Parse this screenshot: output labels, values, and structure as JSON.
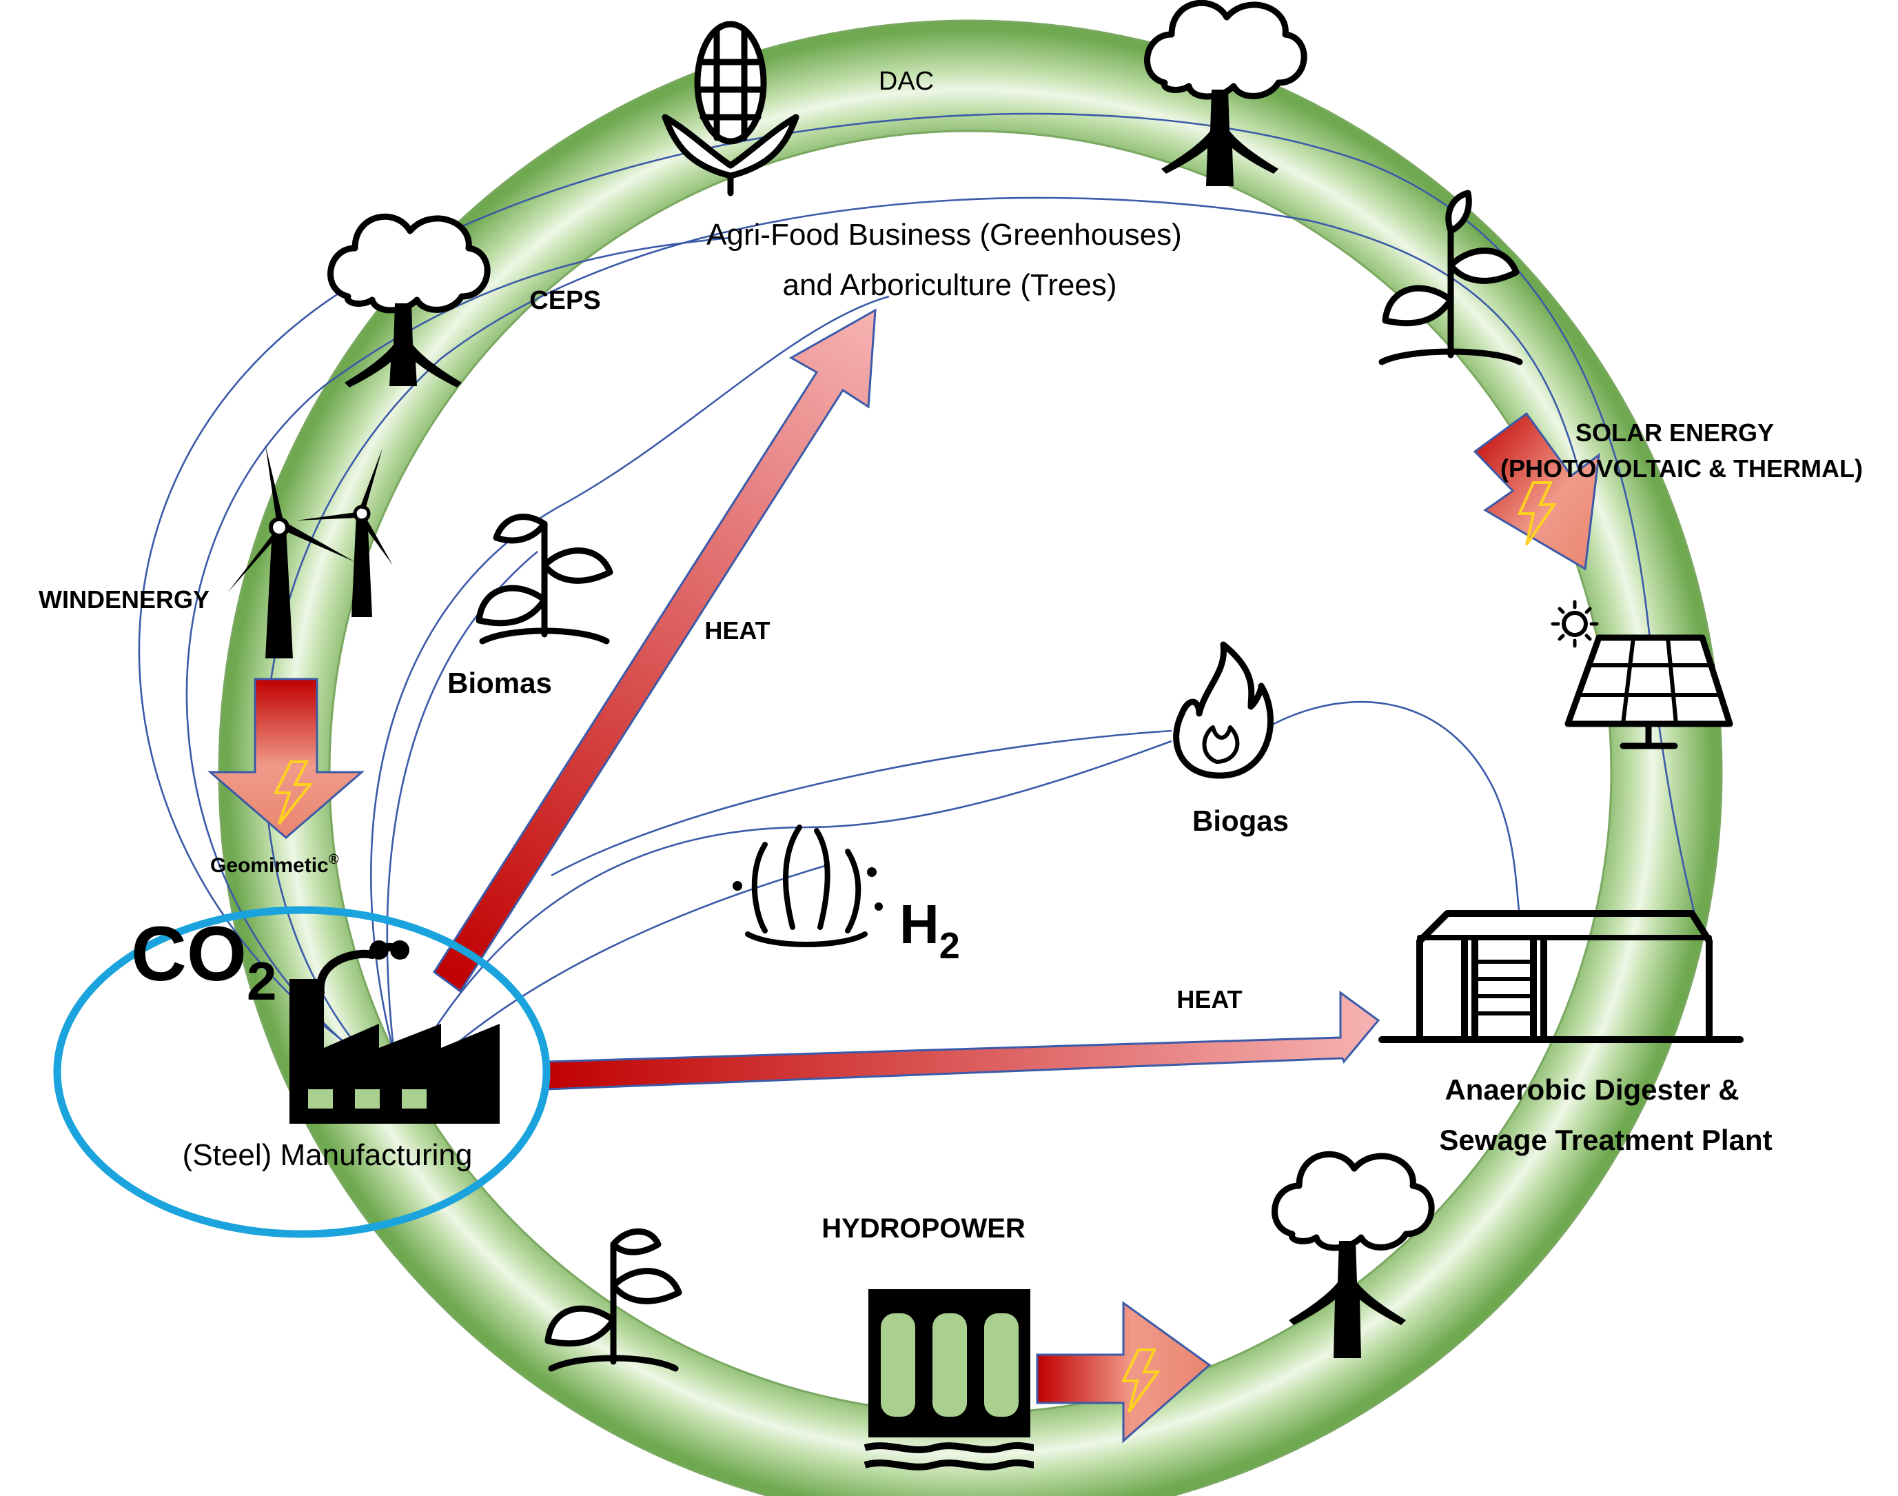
{
  "diagram": {
    "labels": {
      "dac": "DAC",
      "ceps": "CEPS",
      "agri_line1": "Agri-Food Business (Greenhouses)",
      "agri_line2": "and Arboriculture (Trees)",
      "solar_line1": "SOLAR ENERGY",
      "solar_line2": "(PHOTOVOLTAIC & THERMAL)",
      "windenergy": "WINDENERGY",
      "biomas": "Biomas",
      "heat_upper": "HEAT",
      "heat_lower": "HEAT",
      "biogas": "Biogas",
      "h2_letter": "H",
      "h2_sub": "2",
      "co2_letters": "CO",
      "co2_sub": "2",
      "geomimetic": "Geomimetic",
      "geomimetic_mark": "®",
      "manufacturing": "(Steel) Manufacturing",
      "digester_line1": "Anaerobic Digester &",
      "digester_line2": "Sewage Treatment Plant",
      "hydropower": "HYDROPOWER"
    },
    "colors": {
      "ring_light": "#eef7e6",
      "ring_mid": "#a9d08e",
      "ring_dark": "#6ea84f",
      "flow_line": "#3b5aa8",
      "heat_light": "#f6b3b3",
      "heat_dark": "#c00000",
      "lightning": "#ffd21f",
      "highlight_ellipse": "#1aa3dc"
    }
  }
}
